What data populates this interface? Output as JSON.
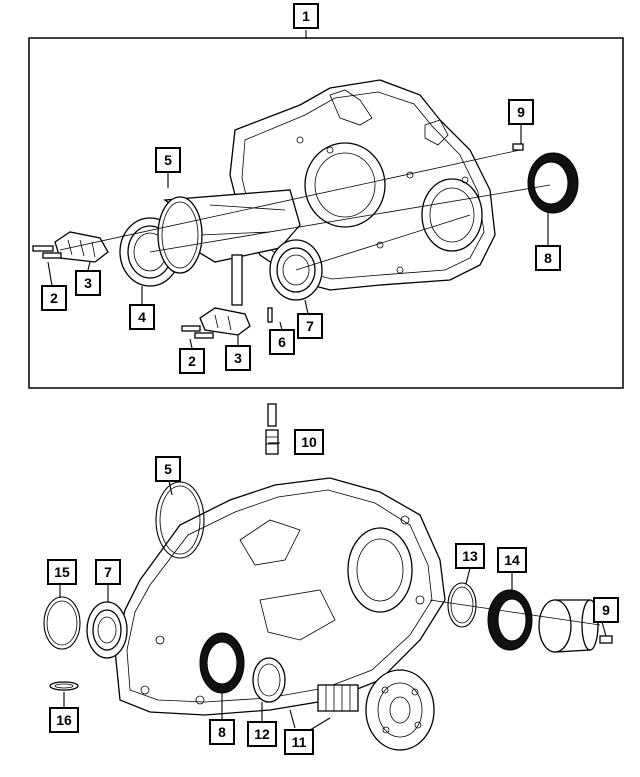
{
  "diagram": {
    "assembly_label": "1",
    "callouts": [
      {
        "id": "c1",
        "label": "1"
      },
      {
        "id": "c2a",
        "label": "2"
      },
      {
        "id": "c3a",
        "label": "3"
      },
      {
        "id": "c4",
        "label": "4"
      },
      {
        "id": "c5a",
        "label": "5"
      },
      {
        "id": "c2b",
        "label": "2"
      },
      {
        "id": "c3b",
        "label": "3"
      },
      {
        "id": "c6",
        "label": "6"
      },
      {
        "id": "c7a",
        "label": "7"
      },
      {
        "id": "c9a",
        "label": "9"
      },
      {
        "id": "c8a",
        "label": "8"
      },
      {
        "id": "c10",
        "label": "10"
      },
      {
        "id": "c5b",
        "label": "5"
      },
      {
        "id": "c15",
        "label": "15"
      },
      {
        "id": "c7b",
        "label": "7"
      },
      {
        "id": "c16",
        "label": "16"
      },
      {
        "id": "c8b",
        "label": "8"
      },
      {
        "id": "c12",
        "label": "12"
      },
      {
        "id": "c11",
        "label": "11"
      },
      {
        "id": "c13",
        "label": "13"
      },
      {
        "id": "c14",
        "label": "14"
      },
      {
        "id": "c9b",
        "label": "9"
      }
    ]
  }
}
